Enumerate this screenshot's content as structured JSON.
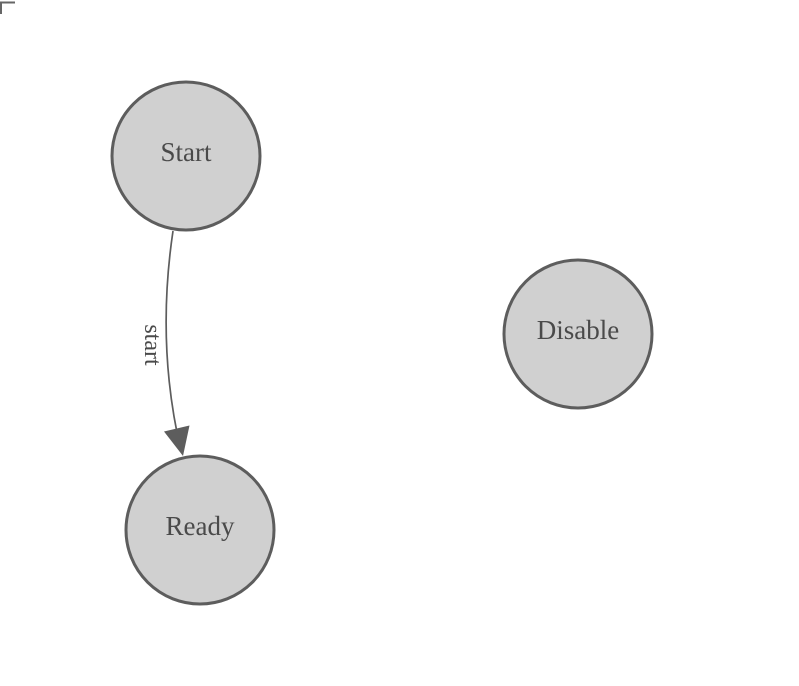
{
  "diagram": {
    "nodes": [
      {
        "id": "start",
        "label": "Start"
      },
      {
        "id": "ready",
        "label": "Ready"
      },
      {
        "id": "disable",
        "label": "Disable"
      }
    ],
    "edges": [
      {
        "from": "Start",
        "to": "Ready",
        "label": "start"
      }
    ],
    "colors": {
      "background": "#ffffff",
      "node_fill": "#d0d0d0",
      "node_stroke": "#5d5d5d",
      "edge_stroke": "#5d5d5d",
      "arrow_fill": "#5d5d5d",
      "node_text": "#4a4a4a",
      "edge_text": "#4a4a4a",
      "corner_marker": "#666666"
    }
  }
}
